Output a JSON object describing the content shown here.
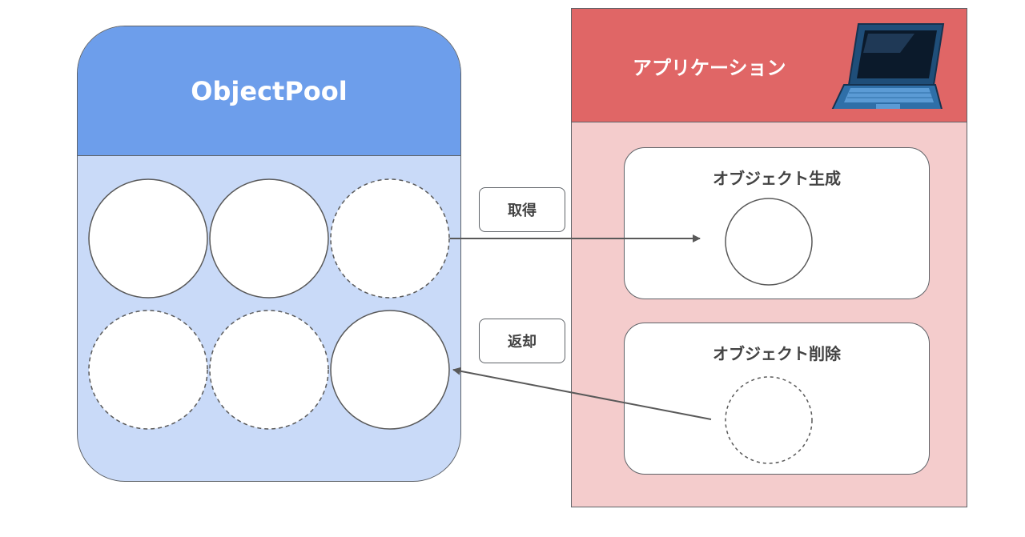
{
  "object_pool": {
    "title": "ObjectPool",
    "colors": {
      "header": "#6d9eeb",
      "body": "#c9daf8"
    },
    "slots": [
      {
        "style": "solid"
      },
      {
        "style": "solid"
      },
      {
        "style": "dashed"
      },
      {
        "style": "dashed"
      },
      {
        "style": "dashed"
      },
      {
        "style": "solid"
      }
    ]
  },
  "application": {
    "title": "アプリケーション",
    "icon": "laptop-icon",
    "colors": {
      "header": "#e06666",
      "body": "#f4cccc"
    },
    "create_card": {
      "title": "オブジェクト生成",
      "object_style": "solid"
    },
    "delete_card": {
      "title": "オブジェクト削除",
      "object_style": "dashed"
    }
  },
  "flows": {
    "get_label": "取得",
    "return_label": "返却"
  }
}
